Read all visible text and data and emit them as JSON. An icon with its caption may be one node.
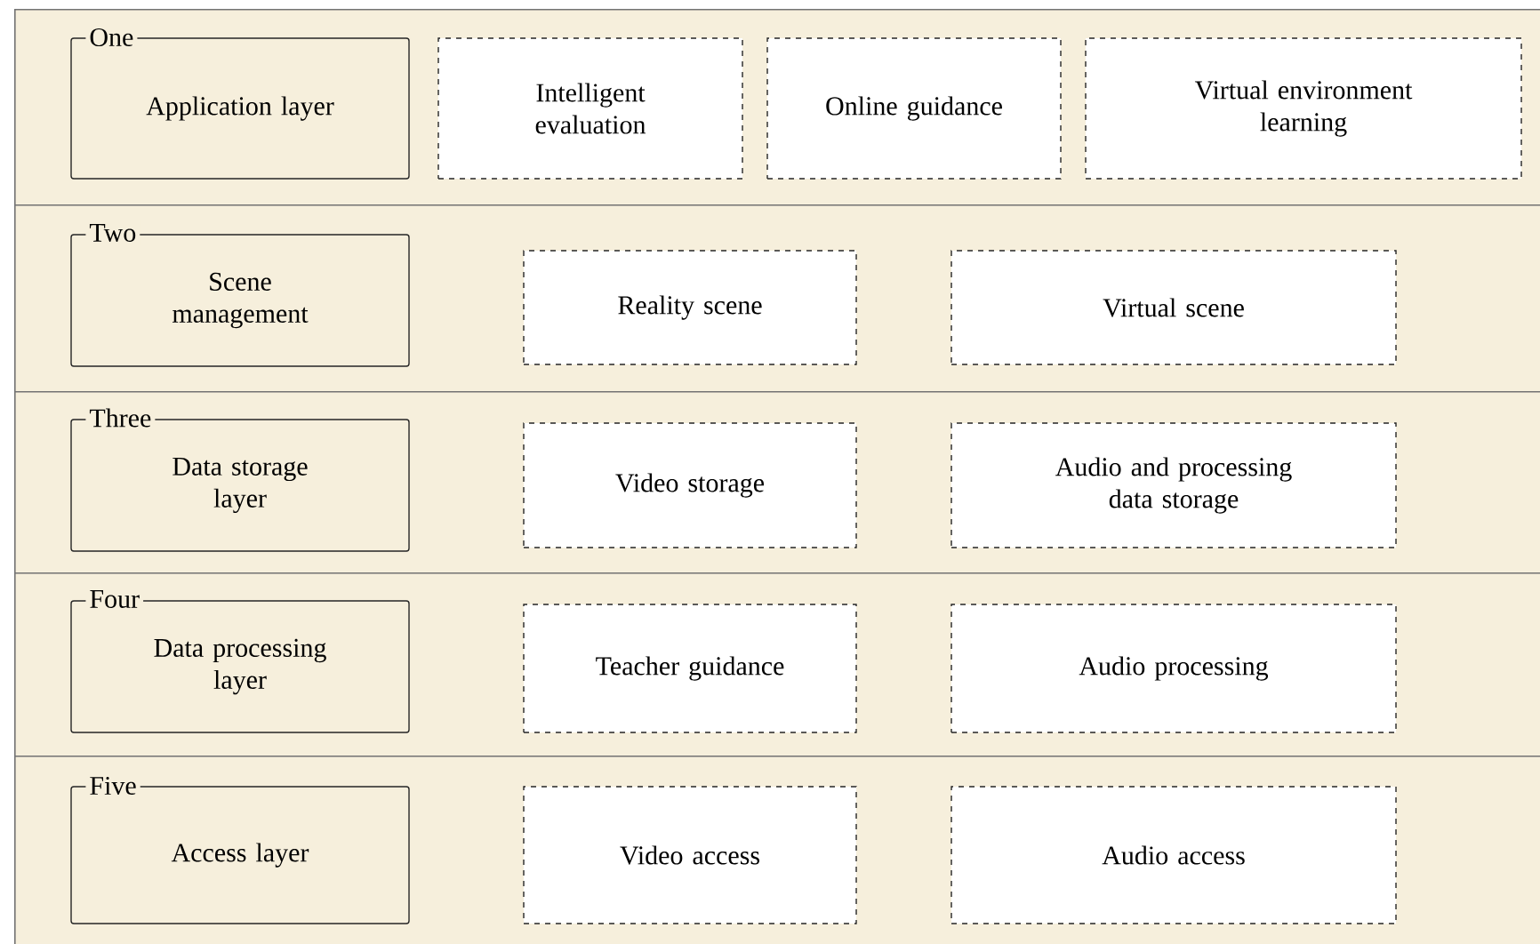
{
  "diagram": {
    "nodes": [
      {
        "text": [],
        "shape": "band"
      },
      {
        "text": [
          "One",
          "Application layer"
        ],
        "in": 0
      },
      {
        "text": [
          "Intelligent evaluation"
        ],
        "in": 0
      },
      {
        "text": [
          "Online guidance"
        ],
        "in": 0
      },
      {
        "text": [
          "Virtual environment learning"
        ],
        "in": 0
      },
      {
        "text": [],
        "shape": "band"
      },
      {
        "text": [
          "Two",
          "Scene management"
        ],
        "in": 5
      },
      {
        "text": [
          "Reality scene"
        ],
        "in": 5
      },
      {
        "text": [
          "Virtual scene"
        ],
        "in": 5
      },
      {
        "text": [],
        "shape": "band"
      },
      {
        "text": [
          "Three",
          "Data storage layer"
        ],
        "in": 9
      },
      {
        "text": [
          "Video storage"
        ],
        "in": 9
      },
      {
        "text": [
          "Audio and processing data storage"
        ],
        "in": 9
      },
      {
        "text": [],
        "shape": "band"
      },
      {
        "text": [
          "Four",
          "Data processing layer"
        ],
        "in": 13
      },
      {
        "text": [
          "Teacher guidance"
        ],
        "in": 13
      },
      {
        "text": [
          "Audio processing"
        ],
        "in": 13
      },
      {
        "text": [],
        "shape": "band"
      },
      {
        "text": [
          "Five",
          "Access layer"
        ],
        "in": 17
      },
      {
        "text": [
          "Video access"
        ],
        "in": 17
      },
      {
        "text": [
          "Audio access"
        ],
        "in": 17
      }
    ]
  }
}
